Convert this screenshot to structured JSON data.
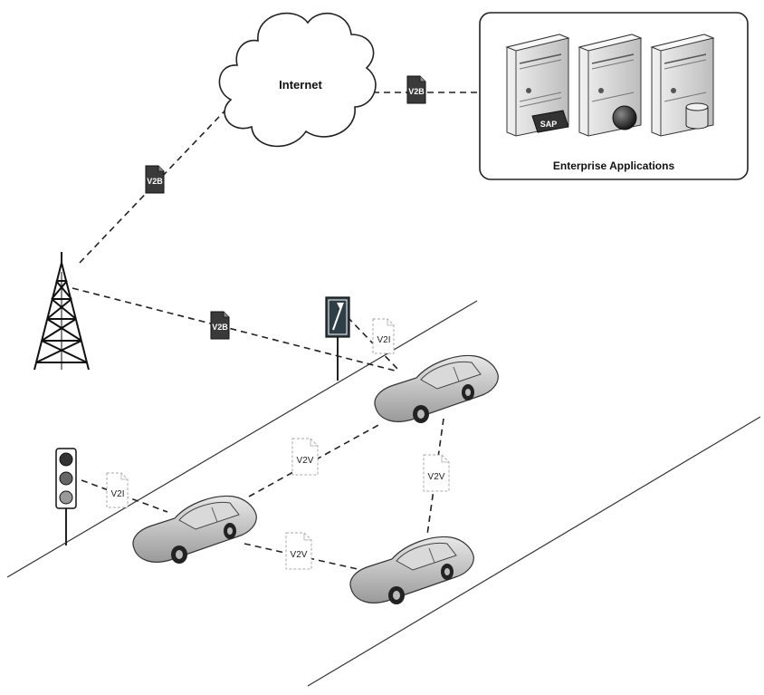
{
  "internet": {
    "label": "Internet"
  },
  "enterprise": {
    "label": "Enterprise Applications",
    "sap_logo": "SAP"
  },
  "messages": {
    "v2b": "V2B",
    "v2i": "V2I",
    "v2v": "V2V"
  },
  "icons": [
    "cloud-icon",
    "server-icon",
    "database-icon",
    "cell-tower-icon",
    "traffic-light-icon",
    "road-sign-icon",
    "car-icon",
    "document-icon"
  ],
  "colors": {
    "dark_doc": "#3a3a3a",
    "light_doc": "#ffffff",
    "line": "#222222"
  }
}
